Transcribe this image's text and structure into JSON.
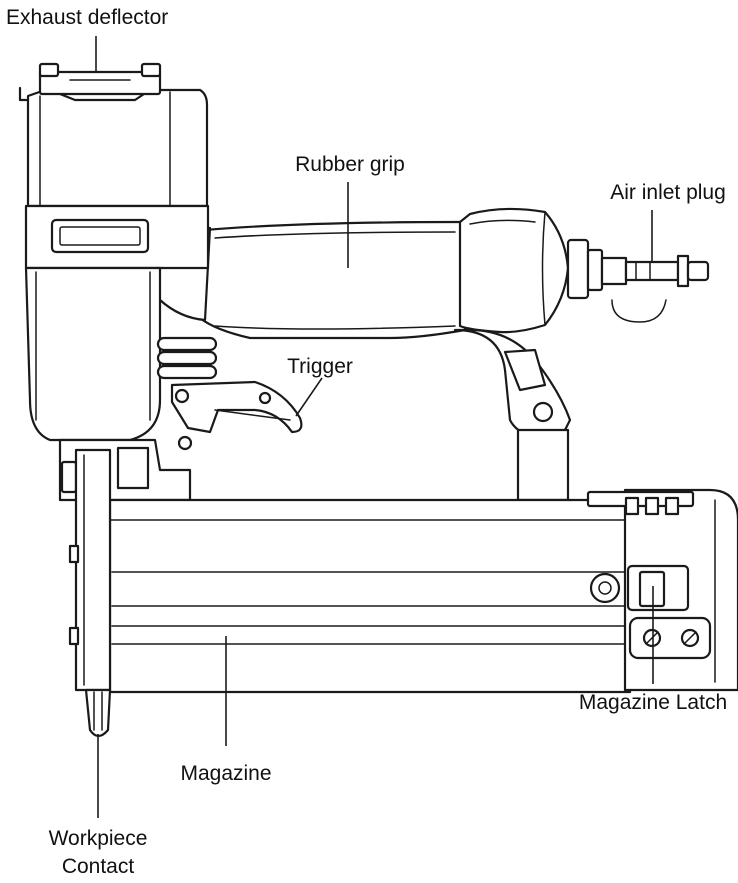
{
  "labels": {
    "exhaust_deflector": "Exhaust deflector",
    "rubber_grip": "Rubber grip",
    "air_inlet_plug": "Air inlet plug",
    "trigger": "Trigger",
    "magazine_latch": "Magazine Latch",
    "magazine": "Magazine",
    "workpiece_contact_line1": "Workpiece",
    "workpiece_contact_line2": "Contact"
  },
  "colors": {
    "line": "#1a1a1a",
    "background": "#ffffff"
  }
}
